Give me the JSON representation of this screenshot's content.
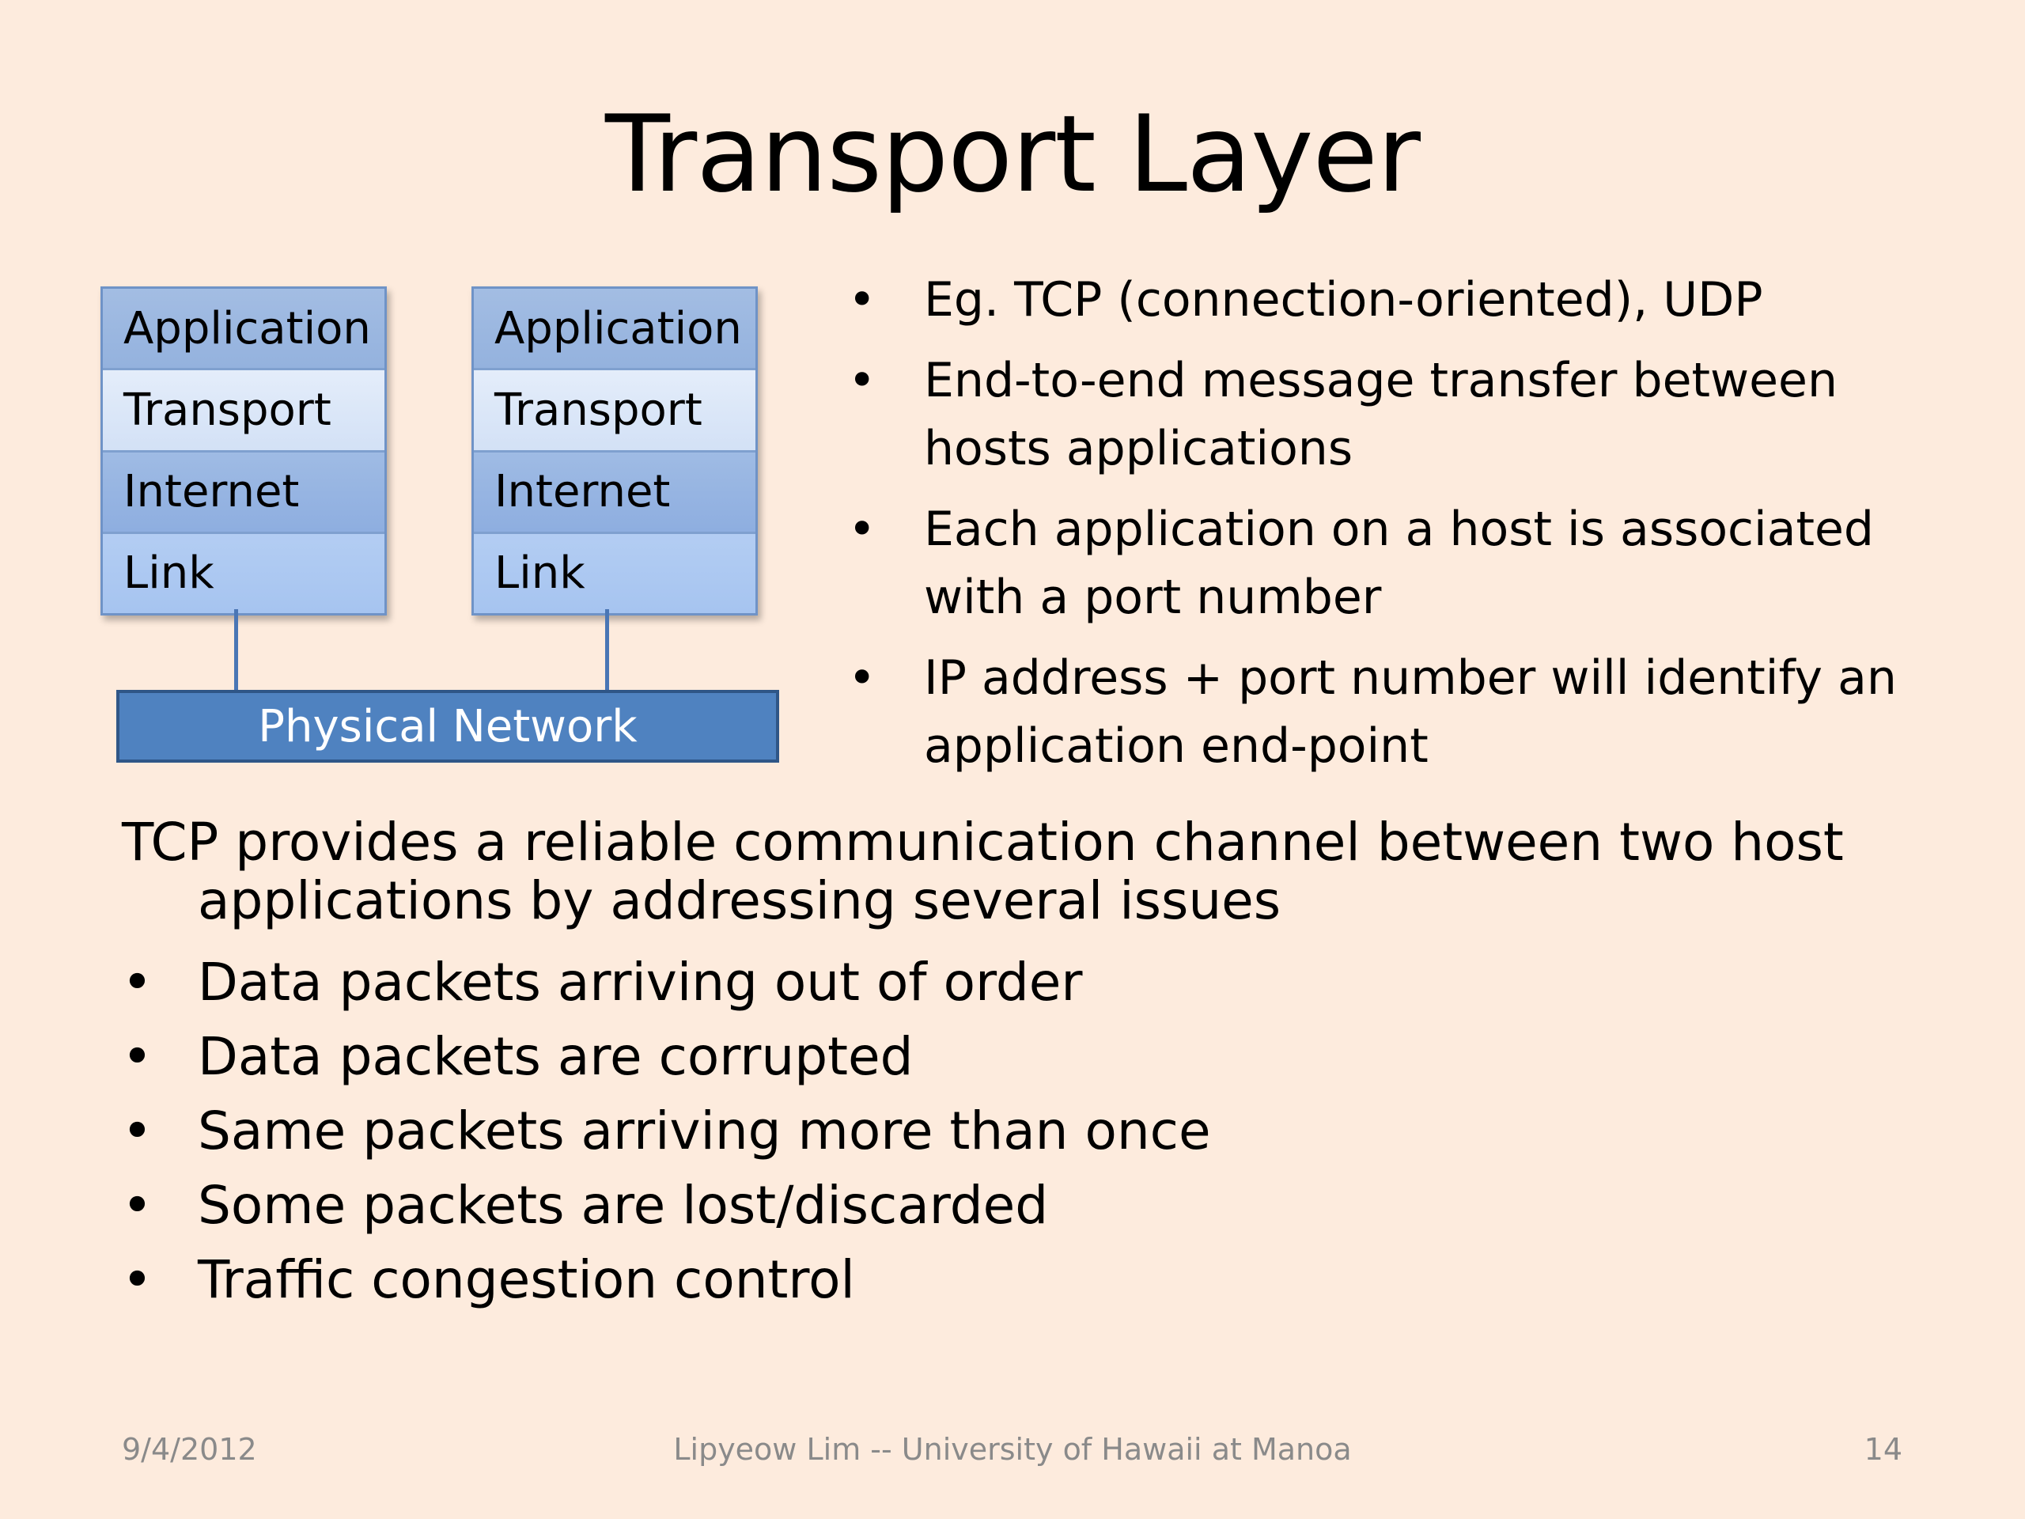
{
  "slide": {
    "title": "Transport Layer",
    "stack_left": [
      "Application",
      "Transport",
      "Internet",
      "Link"
    ],
    "stack_right": [
      "Application",
      "Transport",
      "Internet",
      "Link"
    ],
    "physical_network": "Physical Network",
    "right_bullets": [
      "Eg. TCP (connection-oriented), UDP",
      "End-to-end message transfer between hosts applications",
      "Each application on a host is associated with a port number",
      "IP address + port number will identify an application end-point"
    ],
    "intro_line1": "TCP provides a reliable communication channel between two host",
    "intro_line2": "applications by addressing several issues",
    "bottom_bullets": [
      "Data packets arriving out of order",
      "Data packets are corrupted",
      "Same packets arriving more than once",
      "Some packets are lost/discarded",
      "Traffic congestion control"
    ],
    "bullet_char": "•"
  },
  "footer": {
    "date": "9/4/2012",
    "author": "Lipyeow Lim -- University of Hawaii at Manoa",
    "page": "14"
  },
  "colors": {
    "background": "#fdebdd",
    "physical_fill": "#4f82c0",
    "stack_border": "#6f93c7"
  }
}
